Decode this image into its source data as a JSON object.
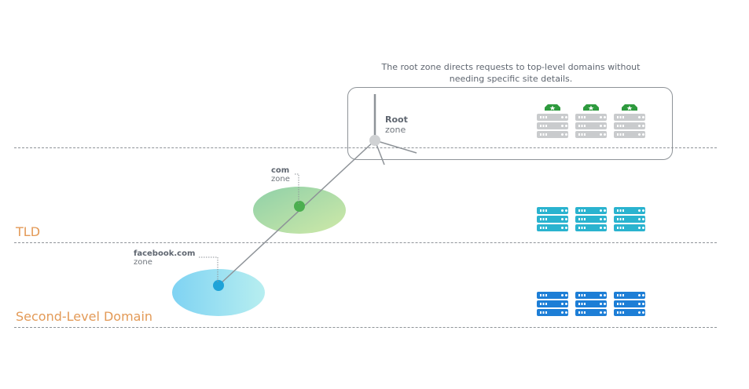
{
  "caption": {
    "line1": "The root zone directs requests to top-level domains without",
    "line2": "needing specific site details."
  },
  "root_zone": {
    "title": "Root",
    "subtitle": "zone"
  },
  "com_zone": {
    "title": "com",
    "subtitle": "zone"
  },
  "facebook_zone": {
    "title": "facebook.com",
    "subtitle": "zone"
  },
  "levels": {
    "tld": "TLD",
    "second_level": "Second-Level Domain"
  },
  "colors": {
    "level_label": "#e39a57",
    "root_server": "#c9cbcd",
    "root_badge": "#2e9a3e",
    "tld_server": "#2ab3cf",
    "second_level_server": "#1d7ed6"
  },
  "icons": {
    "antenna": "antenna-icon",
    "root_server": "server-icon",
    "root_badge": "shield-badge-icon",
    "tld_server": "server-icon",
    "second_level_server": "server-icon"
  }
}
